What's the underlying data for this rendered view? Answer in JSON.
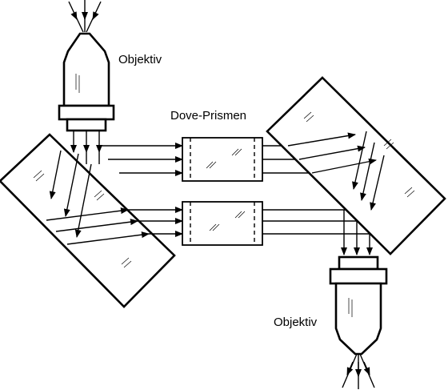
{
  "labels": {
    "objective_top": "Objektiv",
    "dove_prisms": "Dove-Prismen",
    "objective_bottom": "Objektiv"
  },
  "colors": {
    "ink": "#000000",
    "paper": "#ffffff"
  },
  "icons": [
    "arrowhead-icon"
  ]
}
